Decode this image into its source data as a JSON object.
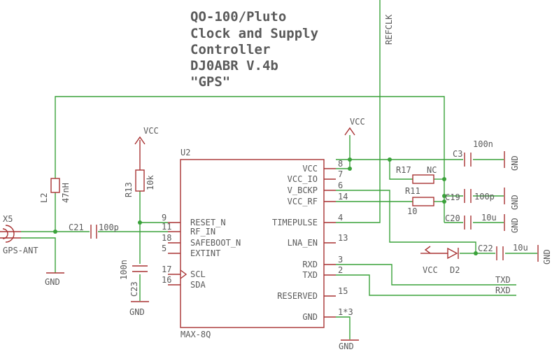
{
  "title_lines": [
    "QO-100/Pluto",
    "Clock and Supply",
    "Controller",
    "DJ0ABR V.4b",
    "\"GPS\""
  ],
  "chip": {
    "ref": "U2",
    "part": "MAX-8Q",
    "left_pins": [
      {
        "num": "9",
        "name": "RESET_N"
      },
      {
        "num": "11",
        "name": "RF_IN"
      },
      {
        "num": "18",
        "name": "SAFEBOOT_N"
      },
      {
        "num": "5",
        "name": "EXTINT"
      },
      {
        "num": "17",
        "name": "SCL"
      },
      {
        "num": "16",
        "name": "SDA"
      }
    ],
    "right_pins": [
      {
        "num": "8",
        "name": "VCC"
      },
      {
        "num": "7",
        "name": "VCC_IO"
      },
      {
        "num": "6",
        "name": "V_BCKP"
      },
      {
        "num": "14",
        "name": "VCC_RF"
      },
      {
        "num": "4",
        "name": "TIMEPULSE"
      },
      {
        "num": "13",
        "name": "LNA_EN"
      },
      {
        "num": "3",
        "name": "RXD"
      },
      {
        "num": "2",
        "name": "TXD"
      },
      {
        "num": "15",
        "name": "RESERVED"
      },
      {
        "num": "1*3",
        "name": "GND"
      }
    ]
  },
  "parts": {
    "l2": {
      "ref": "L2",
      "value": "47nH"
    },
    "r13": {
      "ref": "R13",
      "value": "10k"
    },
    "c21": {
      "ref": "C21",
      "value": "100p"
    },
    "c23": {
      "ref": "C23",
      "value": "100n"
    },
    "x5": {
      "ref": "X5",
      "name": "GPS-ANT"
    },
    "c3": {
      "ref": "C3",
      "value": "100n"
    },
    "r17": {
      "ref": "R17",
      "value": "NC"
    },
    "r11": {
      "ref": "R11",
      "value": "10"
    },
    "c19": {
      "ref": "C19",
      "value": "100p"
    },
    "c20": {
      "ref": "C20",
      "value": "10u"
    },
    "c22": {
      "ref": "C22",
      "value": "10u"
    },
    "d2": {
      "ref": "D2"
    }
  },
  "nets": {
    "vcc": "VCC",
    "gnd": "GND",
    "refclk": "REFCLK",
    "txd": "TXD",
    "rxd": "RXD"
  }
}
